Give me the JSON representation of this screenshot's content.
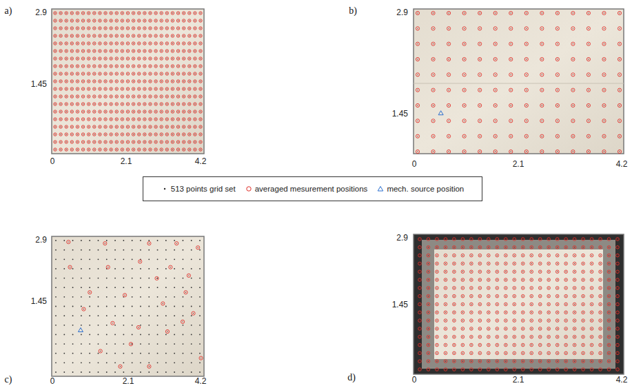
{
  "diagram": {
    "labels": [
      "a)",
      "2.9",
      "1.45",
      "0",
      "2.1",
      "4.2",
      "b)",
      "2.9",
      "1.45",
      "0",
      "2.1",
      "4.2",
      "c)",
      "2.9",
      "1.45",
      "0",
      "2.1",
      "4.2",
      "d)",
      "2.9",
      "1.45",
      "0",
      "2.1",
      "4.2"
    ],
    "legend": [
      {
        "text": "513 points grid set"
      },
      {
        "text": "averaged mesurement positions"
      },
      {
        "text": "mech. source position"
      }
    ]
  }
}
